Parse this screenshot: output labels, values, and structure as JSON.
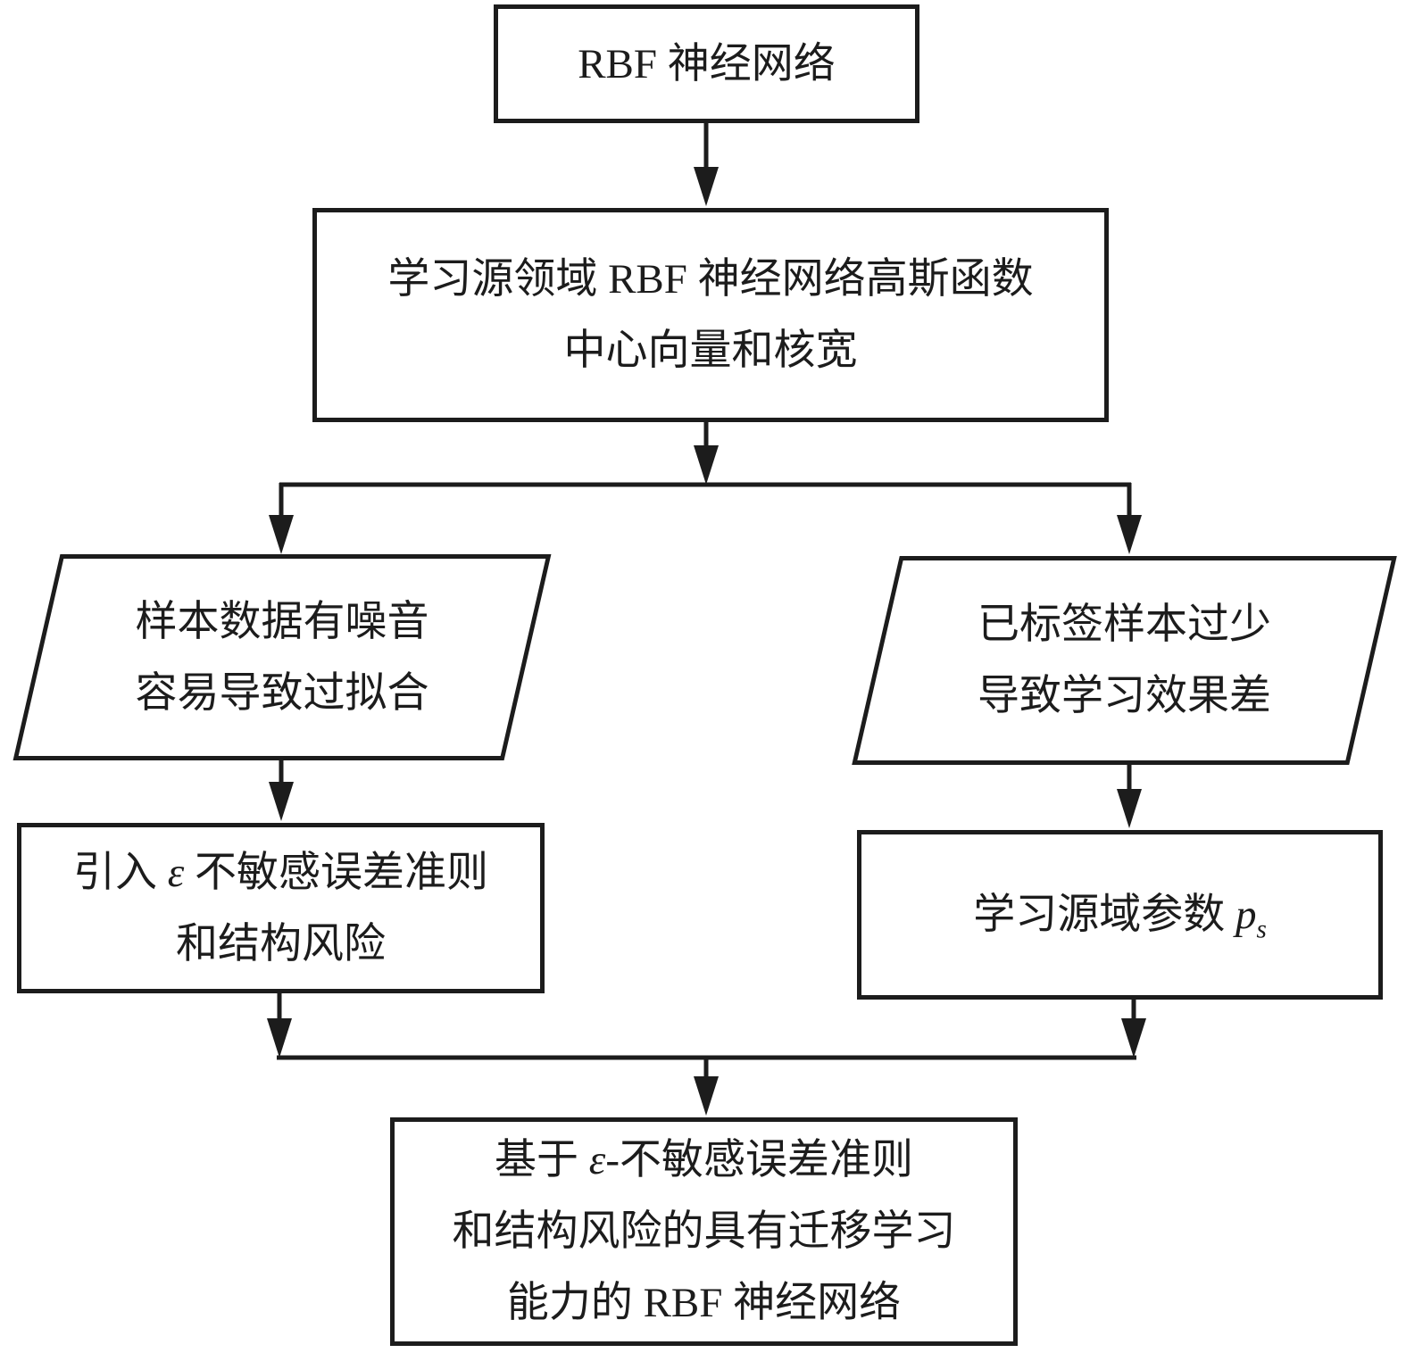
{
  "figure": {
    "ink_color": "#1c1c1c",
    "background_color": "#ffffff"
  },
  "nodes": {
    "rbf": {
      "title": "RBF 神经网络"
    },
    "source_learning": {
      "line1": "学习源领域 RBF 神经网络高斯函数",
      "line2": "中心向量和核宽"
    },
    "noisy_samples": {
      "line1": "样本数据有噪音",
      "line2": "容易导致过拟合"
    },
    "few_labeled_samples": {
      "line1": "已标签样本过少",
      "line2": "导致学习效果差"
    },
    "epsilon_criterion": {
      "line1_pre": "引入 ",
      "line1_epsilon": "ε",
      "line1_post": " 不敏感误差准则",
      "line2": "和结构风险"
    },
    "source_params": {
      "pre": "学习源域参数 ",
      "symbol": "p",
      "subscript": "s"
    },
    "final_network": {
      "line1_pre": "基于 ",
      "line1_epsilon": "ε",
      "line1_post": "-不敏感误差准则",
      "line2": "和结构风险的具有迁移学习",
      "line3": "能力的 RBF 神经网络"
    }
  }
}
